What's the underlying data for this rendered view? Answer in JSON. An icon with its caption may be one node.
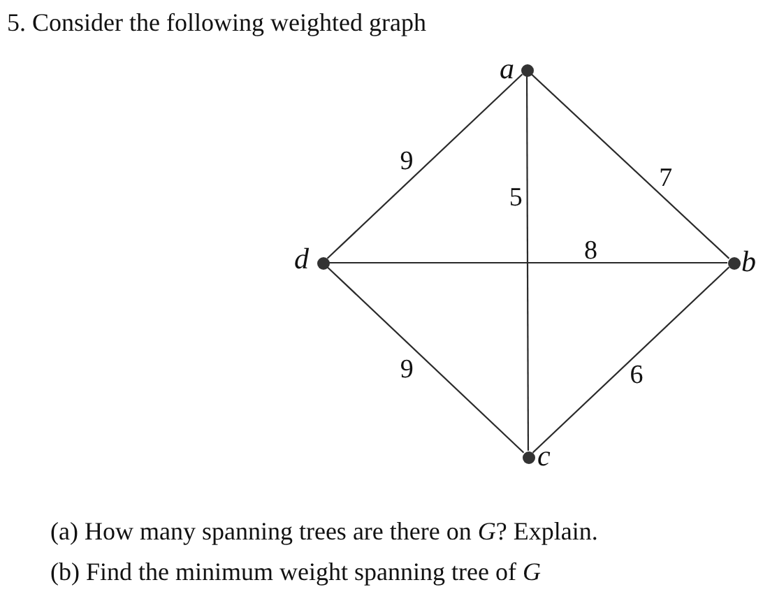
{
  "diagram": {
    "title": "5. Consider the following weighted graph",
    "nodes": [
      {
        "text": [],
        "shape": "circle",
        "beside": [
          "a"
        ]
      },
      {
        "text": [],
        "shape": "circle",
        "beside": [
          "d"
        ]
      },
      {
        "text": [],
        "shape": "circle",
        "beside": [
          "b"
        ]
      },
      {
        "text": [],
        "shape": "circle",
        "beside": [
          "c"
        ]
      }
    ],
    "edges": [
      {
        "from": 0,
        "to": 1,
        "arrow": "none",
        "label": "9"
      },
      {
        "from": 0,
        "to": 3,
        "arrow": "none",
        "label": "5"
      },
      {
        "from": 0,
        "to": 2,
        "arrow": "none",
        "label": "7"
      },
      {
        "from": 1,
        "to": 2,
        "arrow": "none",
        "label": "8"
      },
      {
        "from": 1,
        "to": 3,
        "arrow": "none",
        "label": "9"
      },
      {
        "from": 2,
        "to": 3,
        "arrow": "none",
        "label": "6"
      }
    ],
    "labels": [
      "(a) How many spanning trees are there on *G*? Explain.",
      "(b) Find the minimum weight spanning tree of *G*"
    ]
  }
}
